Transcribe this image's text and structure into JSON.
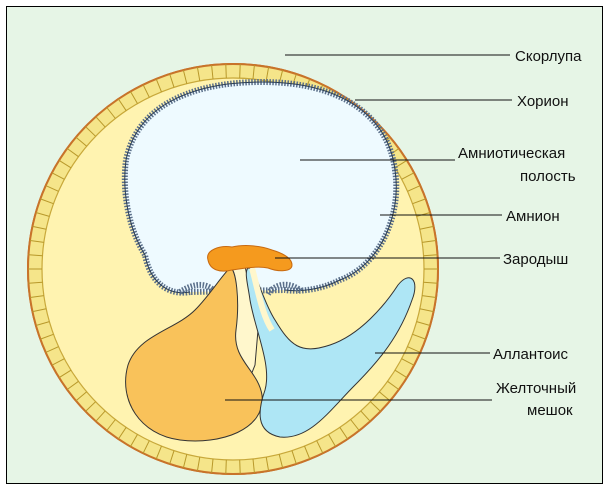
{
  "labels": {
    "shell": "Скорлупа",
    "chorion": "Хорион",
    "amniotic_cavity_line1": "Амниотическая",
    "amniotic_cavity_line2": "полость",
    "amnion": "Амнион",
    "embryo": "Зародыш",
    "allantois": "Аллантоис",
    "yolk_sac_line1": "Желточный",
    "yolk_sac_line2": "мешок"
  },
  "colors": {
    "background": "#e6f5e6",
    "egg_interior": "#fff3b0",
    "chorion_band": "#f5e58a",
    "shell_outline": "#c8732a",
    "amniotic_cavity": "#eefaff",
    "amnion_outline": "#5a6f8a",
    "embryo": "#f59a1e",
    "allantois": "#aee6f5",
    "yolk_sac": "#f9c25a",
    "stalk_light": "#fff7cc"
  }
}
